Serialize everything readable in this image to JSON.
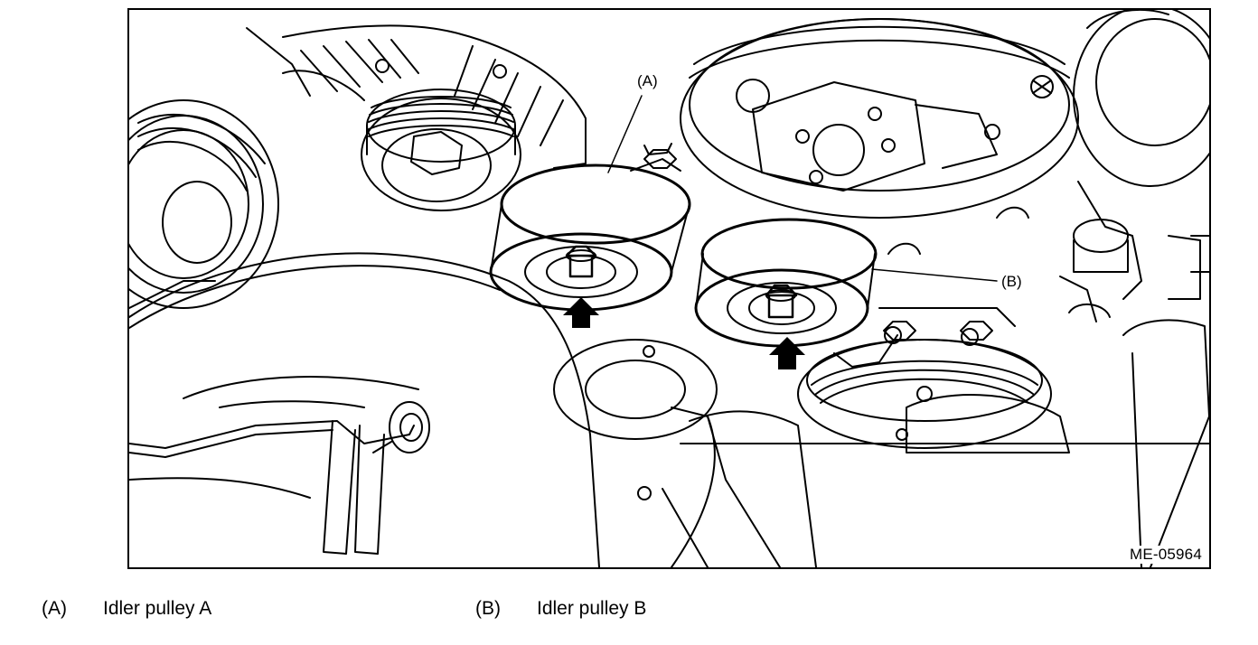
{
  "figure": {
    "figure_id": "ME-05964",
    "callouts": [
      {
        "key": "(A)"
      },
      {
        "key": "(B)"
      }
    ]
  },
  "legend": [
    {
      "key": "(A)",
      "text": "Idler pulley A"
    },
    {
      "key": "(B)",
      "text": "Idler pulley B"
    }
  ],
  "colors": {
    "line": "#000000",
    "background": "#ffffff"
  }
}
